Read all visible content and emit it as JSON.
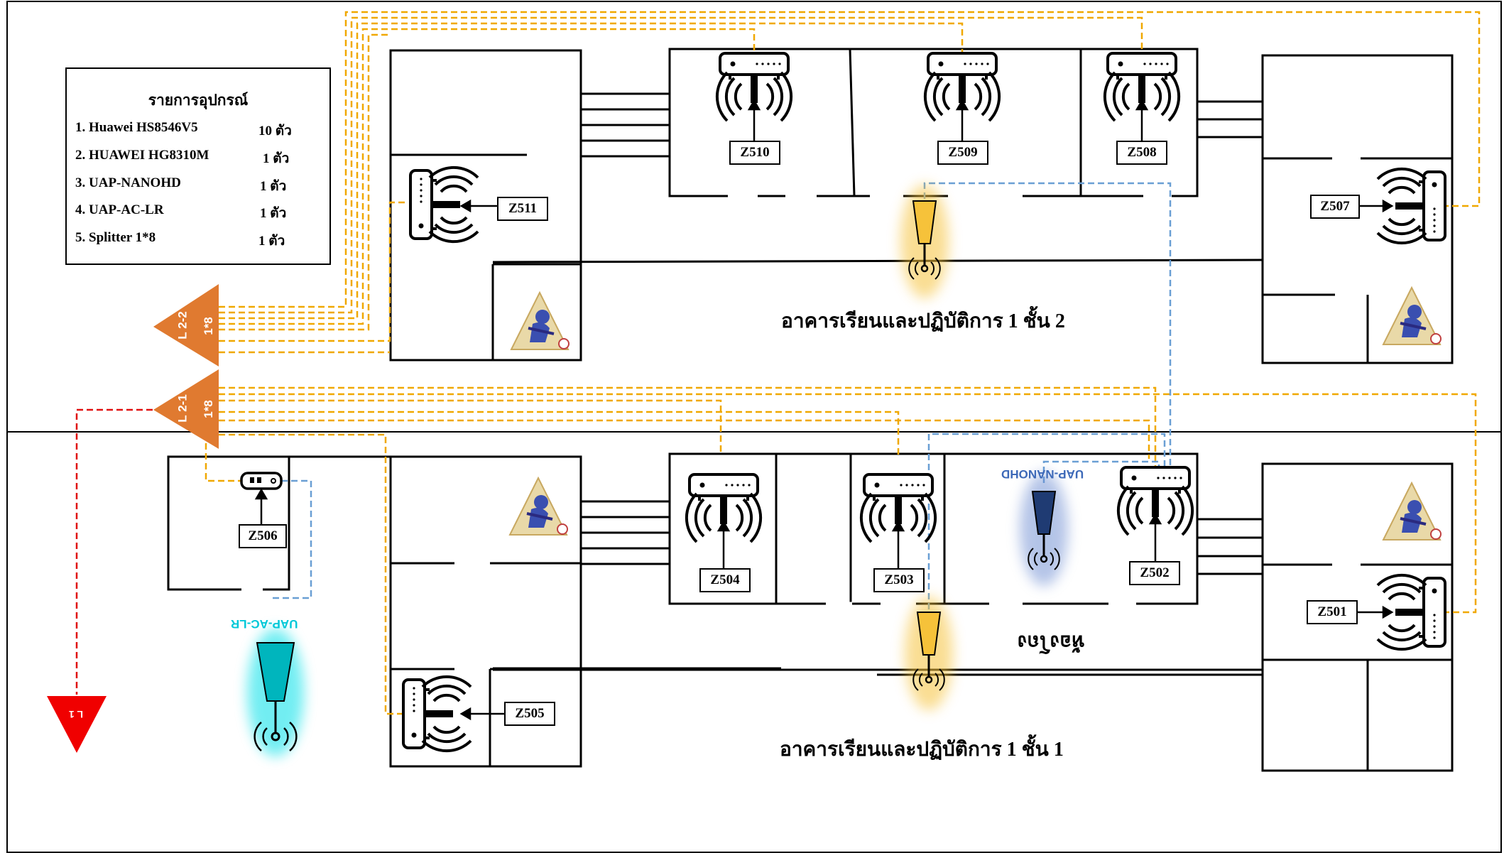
{
  "legend": {
    "title": "รายการอุปกรณ์",
    "items": [
      {
        "name": "1. Huawei HS8546V5",
        "qty": "10 ตัว"
      },
      {
        "name": "2. HUAWEI HG8310M",
        "qty": "1 ตัว"
      },
      {
        "name": "3. UAP-NANOHD",
        "qty": "1 ตัว"
      },
      {
        "name": "4. UAP-AC-LR",
        "qty": "1 ตัว"
      },
      {
        "name": "5. Splitter 1*8",
        "qty": "1 ตัว"
      }
    ]
  },
  "floors": {
    "floor2_title": "อาคารเรียนและปฏิบัติการ 1 ชั้น 2",
    "floor1_title": "อาคารเรียนและปฏิบัติการ 1 ชั้น 1"
  },
  "zones": {
    "z510": "Z510",
    "z509": "Z509",
    "z508": "Z508",
    "z507": "Z507",
    "z511": "Z511",
    "z506": "Z506",
    "z505": "Z505",
    "z504": "Z504",
    "z503": "Z503",
    "z502": "Z502",
    "z501": "Z501"
  },
  "splitters": {
    "l22_name": "L 2-2",
    "l22_ratio": "1*8",
    "l21_name": "L 2-1",
    "l21_ratio": "1*8",
    "l1_name": "L 1"
  },
  "access_points": {
    "nanohd": "UAP-NANOHD",
    "aclr": "UAP-AC-LR"
  },
  "rooms": {
    "lobby": "ห้องโถง"
  },
  "colors": {
    "fiber_orange": "#f0a800",
    "fiber_blue": "#6a9fd4",
    "fiber_red": "#e01010",
    "splitter_orange": "#e07a30",
    "splitter_red": "#f00000",
    "aclr_cyan": "#00c8d0",
    "nanohd_blue": "#1f3b73",
    "ceiling_ap_gold": "#f6c23a"
  }
}
